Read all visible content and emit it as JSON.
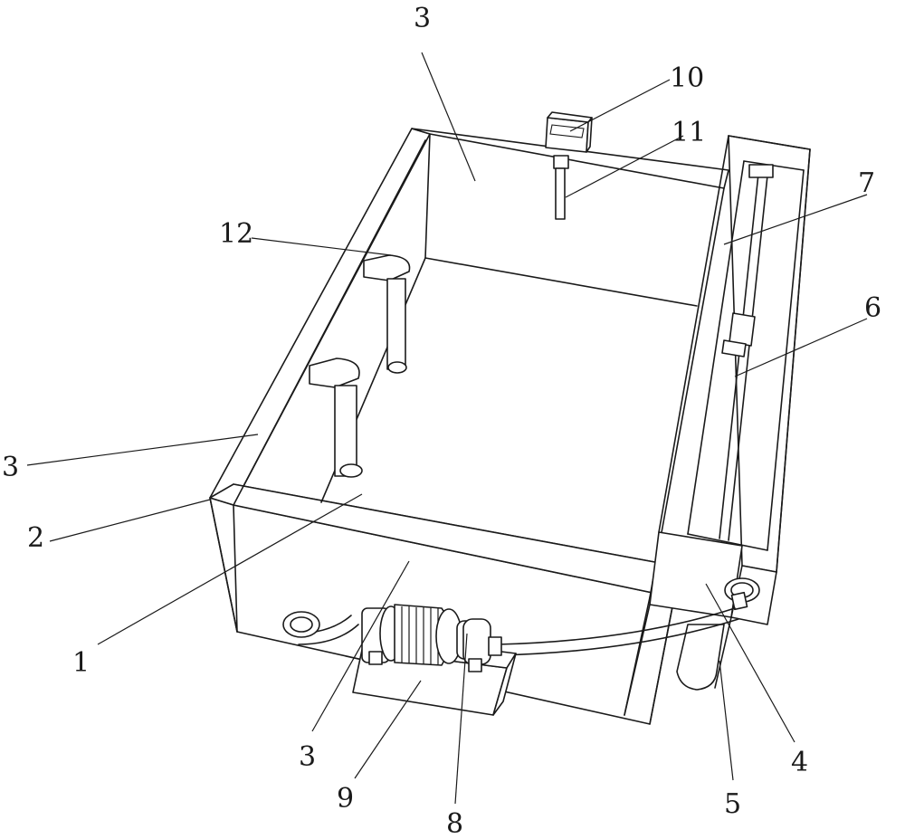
{
  "labels": {
    "l3_top": "3",
    "l10": "10",
    "l11": "11",
    "l7": "7",
    "l12": "12",
    "l6": "6",
    "l3_left": "3",
    "l2": "2",
    "l1": "1",
    "l3_bottom": "3",
    "l9": "9",
    "l8": "8",
    "l4": "4",
    "l5": "5"
  }
}
